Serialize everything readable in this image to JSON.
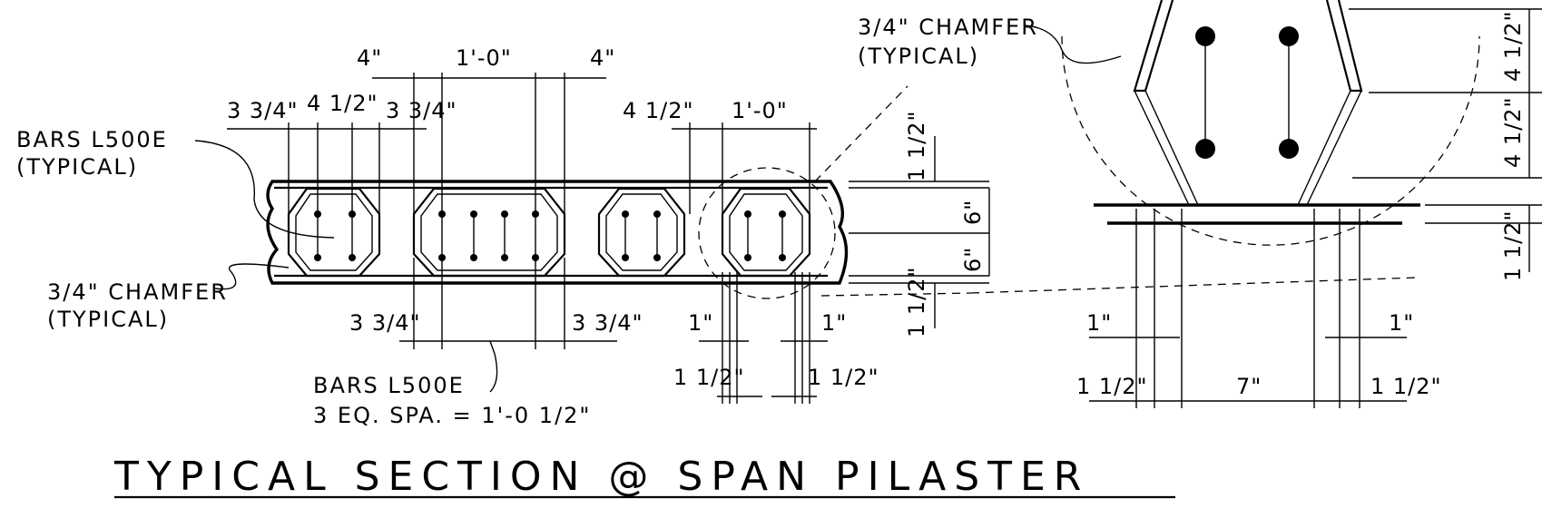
{
  "title": "TYPICAL SECTION @ SPAN PILASTER",
  "notes": {
    "bars_l1": "BARS L500E",
    "bars_l2": "(TYPICAL)",
    "chamfer_left_l1": "3/4\" CHAMFER",
    "chamfer_left_l2": "(TYPICAL)",
    "chamfer_right_l1": "3/4\" CHAMFER",
    "chamfer_right_l2": "(TYPICAL)",
    "bars_bottom_l1": "BARS L500E",
    "bars_bottom_l2": "3 EQ. SPA. = 1'-0 1/2\""
  },
  "dimensions": {
    "top_4_left": "4\"",
    "top_1_0": "1'-0\"",
    "top_4_right": "4\"",
    "d_3_3_4_a": "3 3/4\"",
    "d_4_1_2_a": "4 1/2\"",
    "d_3_3_4_b": "3 3/4\"",
    "d_4_1_2_b": "4 1/2\"",
    "d_1_0_b": "1'-0\"",
    "v_1_1_2_top": "1 1/2\"",
    "v_6_a": "6\"",
    "v_6_b": "6\"",
    "v_1_1_2_bot": "1 1/2\"",
    "b_3_3_4_left": "3 3/4\"",
    "b_3_3_4_right": "3 3/4\"",
    "b_1_left": "1\"",
    "b_1_right": "1\"",
    "b_1_1_2_left": "1 1/2\"",
    "b_1_1_2_right": "1 1/2\"",
    "det_1_left": "1\"",
    "det_1_right": "1\"",
    "det_1_1_2_left": "1 1/2\"",
    "det_7": "7\"",
    "det_1_1_2_right": "1 1/2\"",
    "det_v_4_1_2_a": "4 1/2\"",
    "det_v_4_1_2_b": "4 1/2\"",
    "det_v_1_1_2": "1 1/2\""
  }
}
